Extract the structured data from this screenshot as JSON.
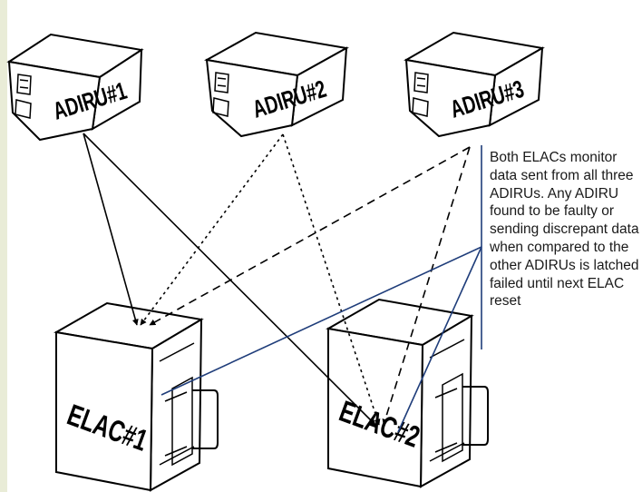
{
  "units": {
    "adiru1": "ADIRU#1",
    "adiru2": "ADIRU#2",
    "adiru3": "ADIRU#3",
    "elac1": "ELAC#1",
    "elac2": "ELAC#2"
  },
  "note": "Both ELACs monitor data sent from all three ADIRUs. Any ADIRU found to be faulty or sending discrepant data when compared to the other ADIRUs is latched failed until next ELAC reset",
  "colors": {
    "callout_line": "#1f3d7a",
    "margin_strip": "#e9ecd7"
  }
}
